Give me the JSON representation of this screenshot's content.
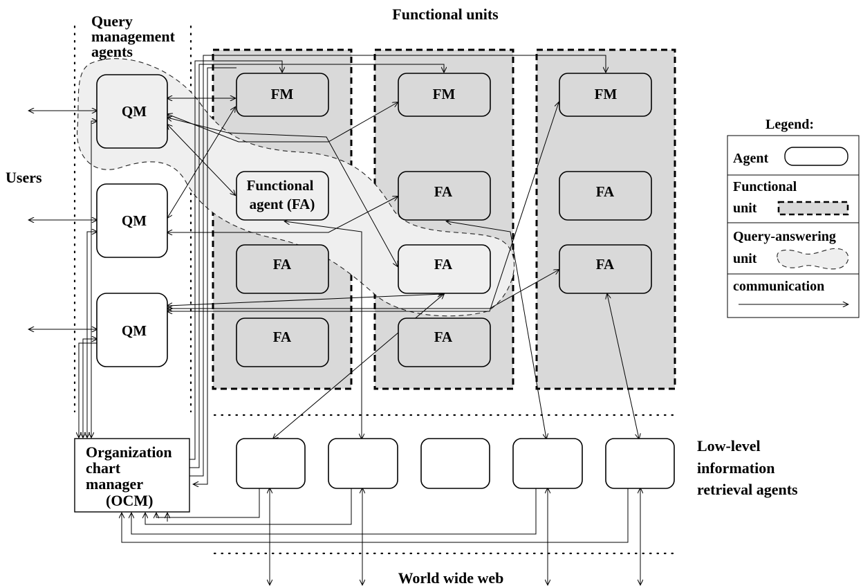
{
  "title": "Functional units",
  "labels": {
    "qm_group": [
      "Query",
      "management",
      "agents"
    ],
    "users": "Users",
    "low_level": [
      "Low-level",
      "information",
      "retrieval agents"
    ],
    "www": "World wide web",
    "ocm": [
      "Organization",
      "chart",
      "manager",
      "(OCM)"
    ]
  },
  "agents": {
    "qm": "QM",
    "fm": "FM",
    "fa": "FA",
    "functional_agent": [
      "Functional",
      "agent (FA)"
    ]
  },
  "legend": {
    "title": "Legend:",
    "agent": "Agent",
    "functional_unit": [
      "Functional",
      "unit"
    ],
    "query_answering_unit": [
      "Query-answering",
      "unit"
    ],
    "communication": "communication"
  },
  "colors": {
    "unit_fill": "#d9d9d9",
    "query_answering_fill": "#efefef",
    "line": "#000000"
  }
}
